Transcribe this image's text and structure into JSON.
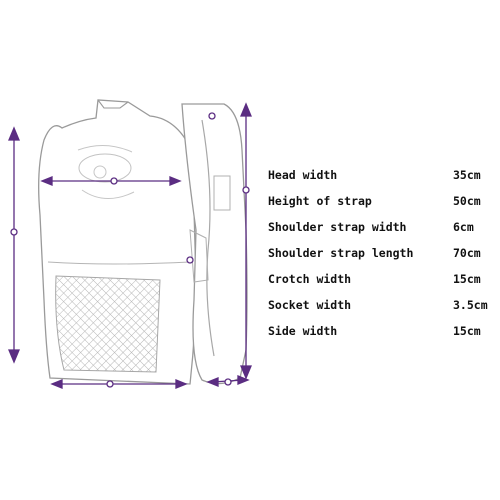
{
  "colors": {
    "arrow": "#5b2d82",
    "outline": "#8e8e8e",
    "background": "#ffffff",
    "text": "#111111"
  },
  "specs": [
    {
      "label": "Head width",
      "value": "35cm"
    },
    {
      "label": "Height of strap",
      "value": "50cm"
    },
    {
      "label": "Shoulder strap width",
      "value": "6cm"
    },
    {
      "label": "Shoulder strap length",
      "value": "70cm"
    },
    {
      "label": "Crotch width",
      "value": "15cm"
    },
    {
      "label": "Socket width",
      "value": "3.5cm"
    },
    {
      "label": "Side width",
      "value": "15cm"
    }
  ]
}
